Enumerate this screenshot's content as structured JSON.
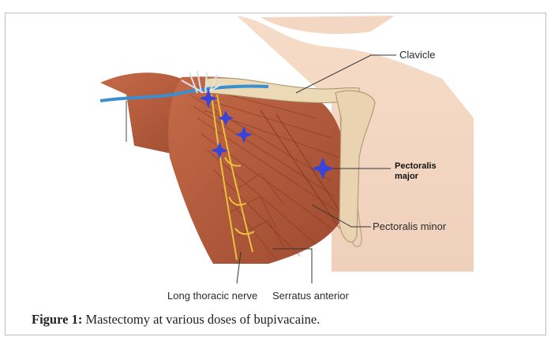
{
  "figure": {
    "labels": {
      "clavicle": "Clavicle",
      "pectoralis_major_line1": "Pectoralis",
      "pectoralis_major_line2": "major",
      "pectoralis_minor": "Pectoralis minor",
      "long_thoracic_nerve": "Long thoracic nerve",
      "serratus_anterior": "Serratus anterior"
    },
    "marker_color": "#3a44d8",
    "colors": {
      "muscle": "#b55a3c",
      "muscle_dark": "#8e3e27",
      "skin": "#f1d2bd",
      "bone": "#e9d3b0",
      "artery": "#3a8fd0",
      "nerve": "#e8c23c"
    }
  },
  "caption": {
    "prefix": "Figure 1:",
    "text": "Mastectomy at various doses of bupivacaine."
  }
}
